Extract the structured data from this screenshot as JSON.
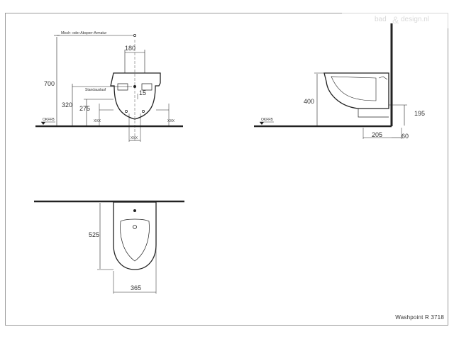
{
  "brand": {
    "logo_text_1": "bad",
    "logo_amp": "&",
    "logo_text_2": "design.nl"
  },
  "front_view": {
    "fitting_label": "Misch- oder Absperr-Armatur",
    "spout_label": "Standauslauf",
    "floor_label": "OKFFB",
    "dims": {
      "width_top": "180",
      "height_total": "700",
      "height_320": "320",
      "height_275": "275",
      "offset_15": "15",
      "xxx_left": "XXX",
      "xxx_right": "XXX",
      "xxx_bottom": "XXX"
    }
  },
  "side_view": {
    "floor_label": "OKFFB",
    "dims": {
      "height_400": "400",
      "height_195": "195",
      "depth_205": "205",
      "depth_60": "60"
    }
  },
  "top_view": {
    "dims": {
      "length_525": "525",
      "width_365": "365"
    }
  },
  "caption": "Washpoint R 3718"
}
